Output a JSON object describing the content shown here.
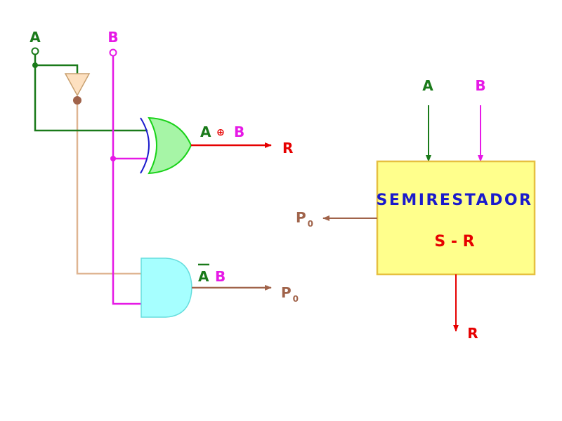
{
  "colors": {
    "a_wire": "#1a7a1a",
    "b_wire": "#e619e6",
    "r_wire": "#e60000",
    "p_wire": "#a0634a",
    "not_wire": "#dfb592",
    "xor_fill": "#a6f5a6",
    "xor_stroke": "#19d219",
    "xor_extra": "#1a1acc",
    "and_fill": "#a6ffff",
    "and_stroke": "#66dddd",
    "not_fill": "#fde0c0",
    "not_stroke": "#c8a070",
    "box_fill": "#ffff8c",
    "box_stroke": "#e6c040",
    "title_color": "#1a1acc",
    "sr_color": "#e60000"
  },
  "circuit": {
    "input_a": "A",
    "input_b": "B",
    "xor_a": "A",
    "xor_b": "B",
    "xor_op": "⊕",
    "xor_out": "R",
    "and_a": "A",
    "and_b": "B",
    "and_out_main": "P",
    "and_out_sub": "0"
  },
  "block": {
    "input_a": "A",
    "input_b": "B",
    "title": "SEMIRESTADOR",
    "subtitle": "S - R",
    "out_r": "R",
    "out_p_main": "P",
    "out_p_sub": "0"
  }
}
